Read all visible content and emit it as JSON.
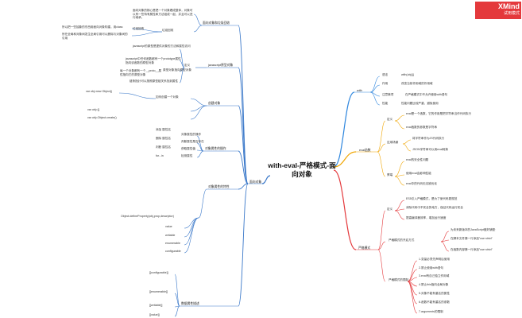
{
  "colors": {
    "left": "#3a78c9",
    "with": "#2e86de",
    "eval": "#f0a500",
    "strict": "#e4393c",
    "logo": "#e4393c"
  },
  "logo": {
    "main": "XMind",
    "sub": "试用模式"
  },
  "central": {
    "line1": "with-eval-严格模式-面",
    "line2": "向对象"
  },
  "left": {
    "hub": "面向对象",
    "gc": {
      "title": "面向对象和垃圾回收",
      "sub": "垃圾回收",
      "items": [
        "面向对象的核心是把一个对象看成整体，对象可以有一些特有属性和方法组成一起，并且可以进行继承。",
        "所以把一些抽象的东西用面向对象构建，用class",
        "垃圾回收",
        "所在全局和对象间发生全局引用可以删除与对象间的引用"
      ]
    },
    "proto": {
      "title": "javascript原型对象",
      "sub": "定义",
      "items": [
        "javascript的原型是提供对象的方法和属性访问",
        "javascript中任何函数都有一个prototype属性指向该函数的原型对象",
        "原型对象指向原型对象",
        "每一个对象都有一个__proto__属性指向它的原型对象",
        "链条指针可以按照原型链关系找到属性"
      ]
    },
    "create": {
      "title": "创建对象",
      "sub": "如何创建一个对象",
      "items": [
        "var obj=new Object()",
        "var obj={}",
        "var obj=Object.create()"
      ]
    },
    "attrs": {
      "title": "对象属性的操作",
      "items": [
        "对象属性的操作",
        "判断属性是否存在",
        "获取属性值",
        "检测属性"
      ],
      "subs": [
        "添加 属性名",
        "删除 属性名",
        "判断 属性名",
        "for...in"
      ]
    },
    "define": {
      "title": "对象属性的特性",
      "items": [
        "Object.defineProperty(obj,prop,descriptor)",
        "value",
        "writable",
        "enumerable",
        "configurable"
      ]
    },
    "meta": {
      "title": "数据属性描述",
      "items": [
        "[[configurable]]",
        "[[enumerable]]",
        "[[writable]]",
        "[[value]]"
      ]
    }
  },
  "with": {
    "hub": "with",
    "items": [
      "语法",
      "作用",
      "注意事项",
      "性能"
    ],
    "details": [
      "with(obj){}",
      "改变当前作用域的作用域",
      "在严格模式中不允许使用with语句",
      "性能问题比较严重，避免使用"
    ]
  },
  "eval": {
    "hub": "eval函数",
    "groups": [
      "定义",
      "应用场景",
      "弊端"
    ],
    "items": [
      "eval是一个函数，它的作用是把字符串当作代码执行",
      "eval函数的参数是字符串",
      "将字符串作为JS代码执行",
      "JSON字符串可以用eval转换",
      "eval的安全性问题",
      "使用eval会影响性能",
      "eval中的代码无法被优化"
    ]
  },
  "strict": {
    "hub": "严格模式",
    "groups": [
      "定义",
      "严格模式的开启方式",
      "严格模式的限制"
    ],
    "items": [
      "ES5引入严格模式，是为了使代码更规范",
      "消除代码中不安全的地方，保证代码运行安全",
      "提高编译器效率，增加运行速度",
      "为未来新版本的JavaScript做好铺垫",
      "在脚本文件第一行添加\"use strict\"",
      "在函数内部第一行添加\"use strict\"",
      "1.变量必须先声明后使用",
      "2.禁止使用with语句",
      "3.eval有自己独立作用域",
      "4.禁止this指向全局对象",
      "5.对象不能有重名的属性",
      "6.函数不能有重名的参数",
      "7.arguments的限制"
    ]
  }
}
